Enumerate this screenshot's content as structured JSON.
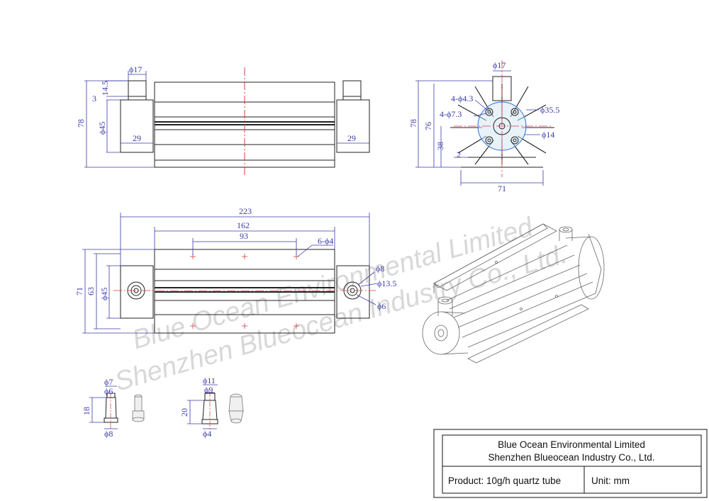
{
  "watermark": {
    "line1": "Blue Ocean Environmental Limited",
    "line2": "Shenzhen  Blueocean Industry Co., Ltd."
  },
  "top_left_view": {
    "phi17": "ϕ17",
    "d14_5": "14.5",
    "d3": "3",
    "d78": "78",
    "phi45": "ϕ45",
    "d29_left": "29",
    "d29_right": "29"
  },
  "top_right_view": {
    "phi17": "ϕ17",
    "holes_4_3": "4-ϕ4.3",
    "holes_7_3": "4-ϕ7.3",
    "phi35_5": "ϕ35.5",
    "phi14": "ϕ14",
    "d78": "78",
    "d76": "76",
    "d38": "38",
    "d2": "2",
    "d71": "71"
  },
  "middle_view": {
    "d223": "223",
    "d162": "162",
    "d93": "93",
    "holes_6_4": "6-ϕ4",
    "d71": "71",
    "d63": "63",
    "phi45": "ϕ45",
    "phi8": "ϕ8",
    "phi13_5": "ϕ13.5",
    "phi6": "ϕ6"
  },
  "fitting_small": {
    "phi7": "ϕ7",
    "phi6": "ϕ6",
    "d18": "18",
    "phi8": "ϕ8"
  },
  "fitting_large": {
    "phi11": "ϕ11",
    "phi9": "ϕ9",
    "d20": "20",
    "phi4": "ϕ4"
  },
  "title_block": {
    "company_line1": "Blue Ocean Environmental Limited",
    "company_line2": "Shenzhen Blueocean Industry Co., Ltd.",
    "product": "Product: 10g/h quartz tube",
    "unit": "Unit: mm"
  }
}
